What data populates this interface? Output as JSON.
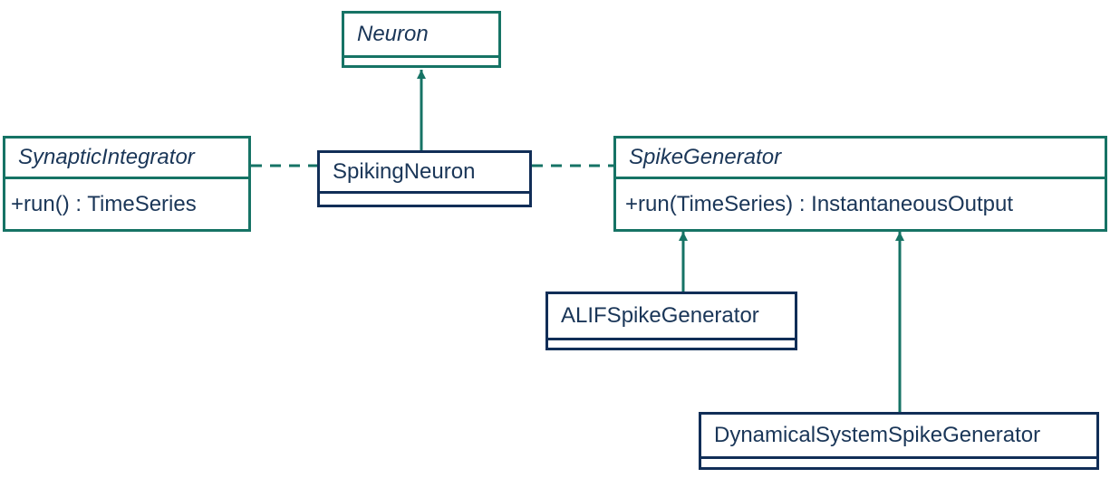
{
  "colors": {
    "teal": "#167365",
    "navy": "#112e57",
    "text": "#1a3658",
    "background": "#ffffff"
  },
  "classes": {
    "neuron": {
      "name": "Neuron",
      "abstract": true
    },
    "synaptic_integrator": {
      "name": "SynapticIntegrator",
      "abstract": true,
      "operation": "+run() : TimeSeries"
    },
    "spiking_neuron": {
      "name": "SpikingNeuron",
      "abstract": false
    },
    "spike_generator": {
      "name": "SpikeGenerator",
      "abstract": true,
      "operation": "+run(TimeSeries) : InstantaneousOutput"
    },
    "alif_spike_generator": {
      "name": "ALIFSpikeGenerator",
      "abstract": false
    },
    "dynamical_system_spike_generator": {
      "name": "DynamicalSystemSpikeGenerator",
      "abstract": false
    }
  },
  "relationships": [
    {
      "type": "generalization",
      "from": "SpikingNeuron",
      "to": "Neuron"
    },
    {
      "type": "association",
      "from": "SynapticIntegrator",
      "to": "SpikingNeuron",
      "style": "dashed"
    },
    {
      "type": "association",
      "from": "SpikingNeuron",
      "to": "SpikeGenerator",
      "style": "dashed"
    },
    {
      "type": "generalization",
      "from": "ALIFSpikeGenerator",
      "to": "SpikeGenerator"
    },
    {
      "type": "generalization",
      "from": "DynamicalSystemSpikeGenerator",
      "to": "SpikeGenerator"
    }
  ]
}
